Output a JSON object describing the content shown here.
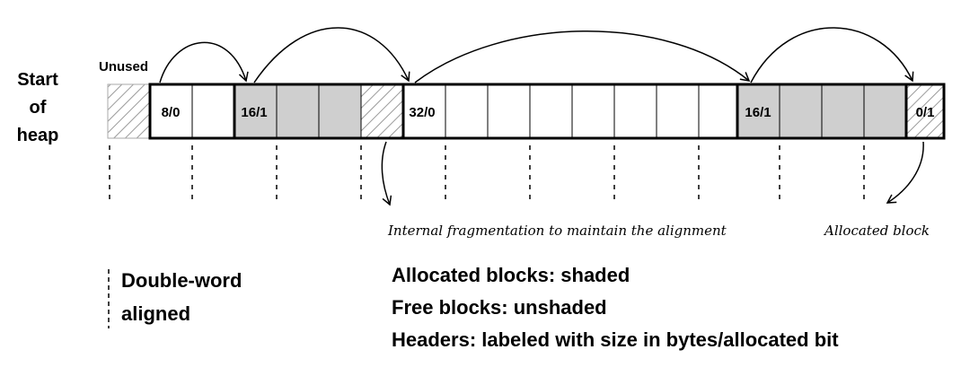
{
  "diagram": {
    "start_label": [
      "Start",
      "of",
      "heap"
    ],
    "unused_label": "Unused",
    "headers": [
      "8/0",
      "16/1",
      "32/0",
      "16/1",
      "0/1"
    ],
    "annotations": {
      "internal_fragmentation": "Internal fragmentation to maintain the alignment",
      "allocated_block": "Allocated block"
    },
    "legend": {
      "double_word": [
        "Double-word",
        "aligned"
      ],
      "lines": [
        "Allocated blocks: shaded",
        "Free blocks: unshaded",
        "Headers: labeled with size in bytes/allocated bit"
      ]
    },
    "colors": {
      "allocated": "#cfcfcf",
      "free": "#ffffff",
      "hatch": "#9a9a9a"
    }
  }
}
